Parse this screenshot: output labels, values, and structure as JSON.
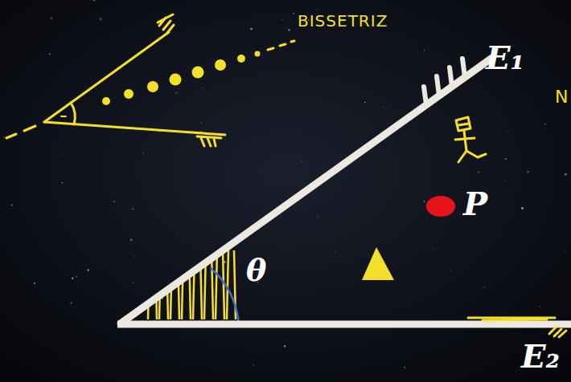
{
  "diagram": {
    "labels": [
      "BISSETRIZ",
      "E₁",
      "E₂",
      "θ",
      "P",
      "N"
    ]
  }
}
